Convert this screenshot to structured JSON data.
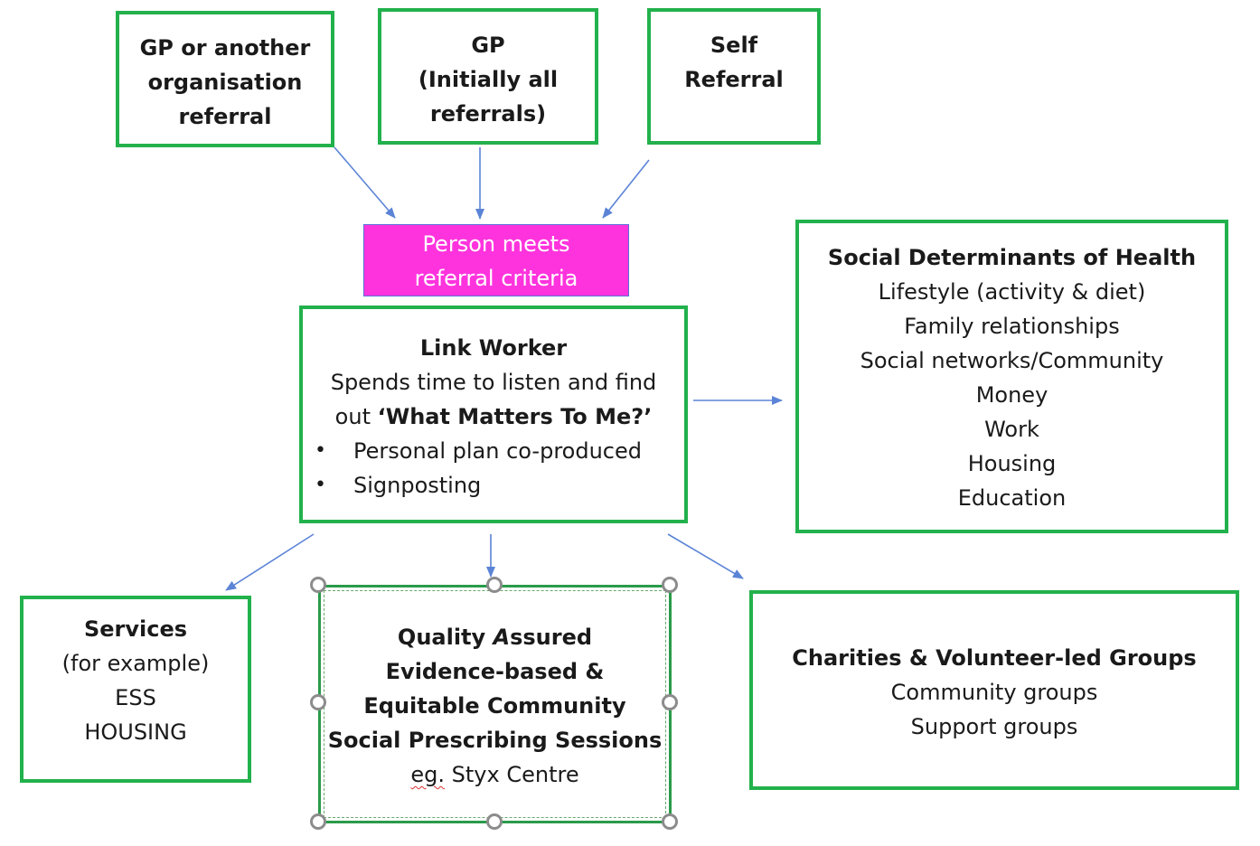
{
  "referral_sources": {
    "gp_or_other": [
      "GP or another",
      "organisation",
      "referral"
    ],
    "gp_initial": [
      "GP",
      "(Initially all",
      "referrals)"
    ],
    "self": [
      "Self",
      "Referral"
    ]
  },
  "criteria": [
    "Person meets",
    "referral criteria"
  ],
  "link_worker": {
    "title": "Link Worker",
    "line1": "Spends time to listen and find",
    "line2_prefix": "out ",
    "line2_emphasis": "‘What Matters To Me?’",
    "bullets": [
      "Personal plan co-produced",
      "Signposting"
    ]
  },
  "social_determinants": {
    "title": "Social Determinants of Health",
    "items": [
      "Lifestyle (activity & diet)",
      "Family relationships",
      "Social networks/Community",
      "Money",
      "Work",
      "Housing",
      "Education"
    ]
  },
  "services": {
    "title": "Services",
    "lines": [
      "(for example)",
      "ESS",
      "HOUSING"
    ]
  },
  "quality_sessions": {
    "line1_a": "Quality ",
    "line1_b": "A",
    "line1_c": "ssured",
    "lines_bold": [
      "Evidence-based &",
      "Equitable Community",
      "Social Prescribing Sessions"
    ],
    "last_prefix": "eg.",
    "last_suffix": " Styx Centre"
  },
  "charities": {
    "title": "Charities & Volunteer-led Groups",
    "lines": [
      "Community groups",
      "Support groups"
    ]
  },
  "colors": {
    "box_border": "#22b14c",
    "criteria_fill": "#ff33dd",
    "arrow": "#5b84d6",
    "handle": "#8c8c8c"
  }
}
